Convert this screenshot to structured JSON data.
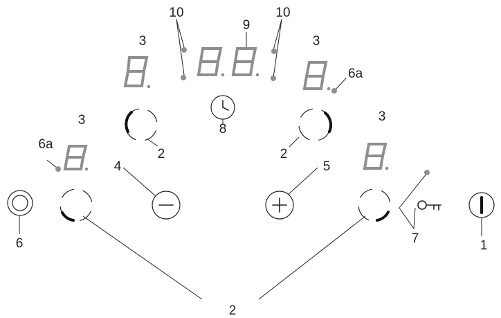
{
  "callouts": {
    "power": "1",
    "zone_ring": "2",
    "zone_display": "3",
    "minus": "4",
    "plus": "5",
    "onoff_button": "6",
    "heat_indicator": "6a",
    "lock": "7",
    "timer": "8",
    "timer_display": "9",
    "timer_leds": "10"
  }
}
